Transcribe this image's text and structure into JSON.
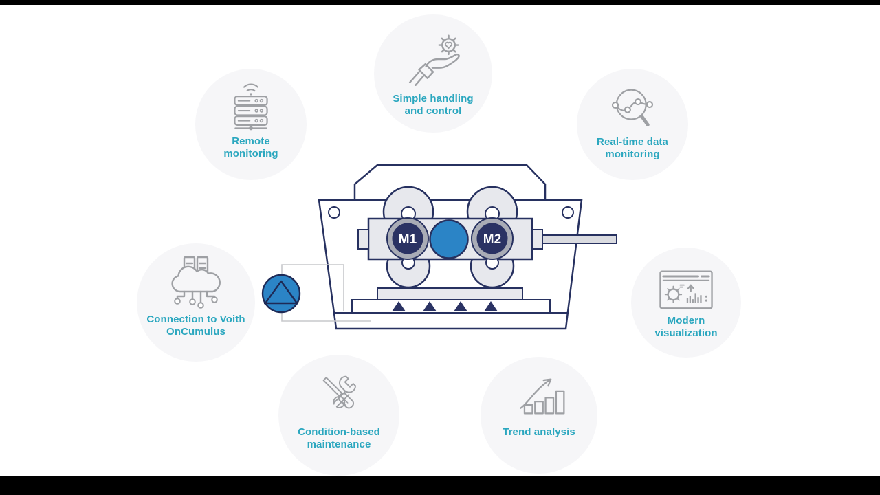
{
  "colors": {
    "teal": "#2BA7BF",
    "navy": "#273160",
    "navy-fill": "#2A3263",
    "blue": "#2B84C6",
    "icon-gray": "#9EA0A4",
    "ring-gray": "#A9ACB6",
    "machine-gray": "#E7E8ED",
    "circle-bg": "#F6F6F8",
    "pipe-gray": "#C7C8CC",
    "letterbox": "#000000"
  },
  "features": [
    {
      "id": "remote-monitoring",
      "label_line1": "Remote",
      "label_line2": "monitoring",
      "icon": "server-wifi-icon"
    },
    {
      "id": "simple-handling",
      "label_line1": "Simple handling",
      "label_line2": "and control",
      "icon": "hand-gear-icon"
    },
    {
      "id": "realtime-monitoring",
      "label_line1": "Real-time data",
      "label_line2": "monitoring",
      "icon": "magnifier-chart-icon"
    },
    {
      "id": "oncumulus-connection",
      "label_line1": "Connection to Voith",
      "label_line2": "OnCumulus",
      "icon": "cloud-connection-icon"
    },
    {
      "id": "modern-visualization",
      "label_line1": "Modern",
      "label_line2": "visualization",
      "icon": "dashboard-window-icon"
    },
    {
      "id": "condition-maintenance",
      "label_line1": "Condition-based",
      "label_line2": "maintenance",
      "icon": "crossed-tools-icon"
    },
    {
      "id": "trend-analysis",
      "label_line1": "Trend analysis",
      "label_line2": "",
      "icon": "growth-chart-icon"
    }
  ],
  "machine": {
    "motor1_label": "M1",
    "motor2_label": "M2"
  }
}
